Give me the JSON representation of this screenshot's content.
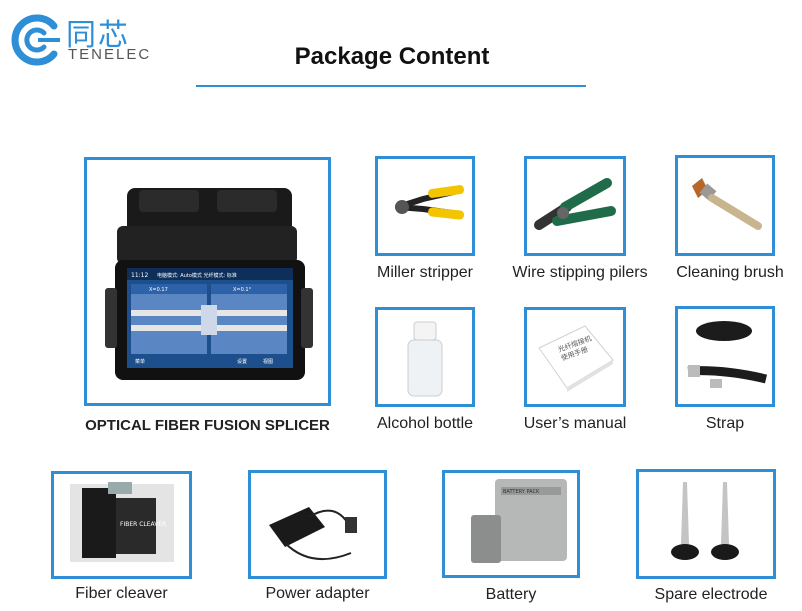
{
  "brand": {
    "name_cn": "同芯",
    "name_en": "TENELEC",
    "accent_color": "#2f8fd6"
  },
  "page": {
    "title": "Package Content"
  },
  "splicer_screen": {
    "time": "11:12",
    "header": "电脑模式: Auto模式  光纤模式: 标准",
    "left_label": "X=0.17",
    "right_label": "X=0.1°",
    "menu": "菜单",
    "set": "设置",
    "view": "视图"
  },
  "fiber_cleaver_label": "FIBER CLEAVER",
  "battery_label": "BATTERY PACK",
  "manual_cover": "光纤熔接机\n使用手册",
  "items": [
    {
      "id": "fusion-splicer",
      "label": "OPTICAL FIBER FUSION SPLICER"
    },
    {
      "id": "miller-stripper",
      "label": "Miller stripper"
    },
    {
      "id": "wire-stripping-pliers",
      "label": "Wire stipping pilers"
    },
    {
      "id": "cleaning-brush",
      "label": "Cleaning brush"
    },
    {
      "id": "alcohol-bottle",
      "label": "Alcohol bottle"
    },
    {
      "id": "users-manual",
      "label": "User’s manual"
    },
    {
      "id": "strap",
      "label": "Strap"
    },
    {
      "id": "fiber-cleaver",
      "label": "Fiber cleaver"
    },
    {
      "id": "power-adapter",
      "label": "Power adapter"
    },
    {
      "id": "battery",
      "label": "Battery"
    },
    {
      "id": "spare-electrode",
      "label": "Spare electrode"
    }
  ]
}
